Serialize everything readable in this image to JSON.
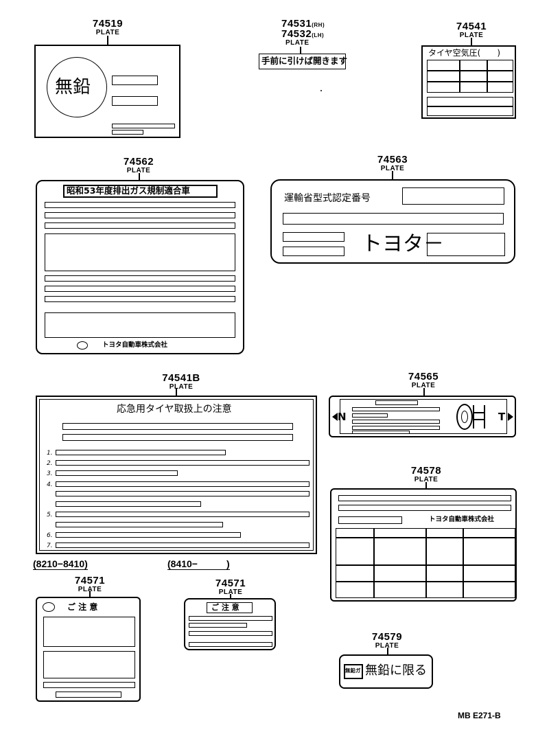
{
  "part_sub_label": "PLATE",
  "parts": {
    "p74519": {
      "number": "74519"
    },
    "p74531": {
      "number": "74531",
      "suffix": "(RH)"
    },
    "p74532": {
      "number": "74532",
      "suffix": "(LH)"
    },
    "p74541": {
      "number": "74541"
    },
    "p74562": {
      "number": "74562"
    },
    "p74563": {
      "number": "74563"
    },
    "p74541B": {
      "number": "74541B"
    },
    "p74565": {
      "number": "74565"
    },
    "p74578": {
      "number": "74578"
    },
    "p74571a": {
      "number": "74571"
    },
    "p74571b": {
      "number": "74571"
    },
    "p74579": {
      "number": "74579"
    }
  },
  "texts": {
    "muen": "無鉛",
    "door_label": "手前に引けば開きます",
    "tire_pressure": "タイヤ空気圧(　　)",
    "emission_title": "昭和53年度排出ガス規制適合車",
    "toyota_company": "トヨタ自動車株式会社",
    "ministry_cert": "運輸省型式認定番号",
    "toyota_dash": "トヨタ－",
    "spare_tire_title": "応急用タイヤ取扱上の注意",
    "list_numbers": [
      "1.",
      "2.",
      "3.",
      "4.",
      "5.",
      "6.",
      "7."
    ],
    "n_label": "N",
    "t_label": "T",
    "caution": "ご 注 意",
    "caution_box": "ご 注 意",
    "unleaded_only": "無鉛に限る",
    "fuel_badge": "無鉛ガ",
    "date_range_a": "(8210−8410)",
    "date_range_b": "(8410−　　　)",
    "ref_code": "MB E271-B"
  }
}
